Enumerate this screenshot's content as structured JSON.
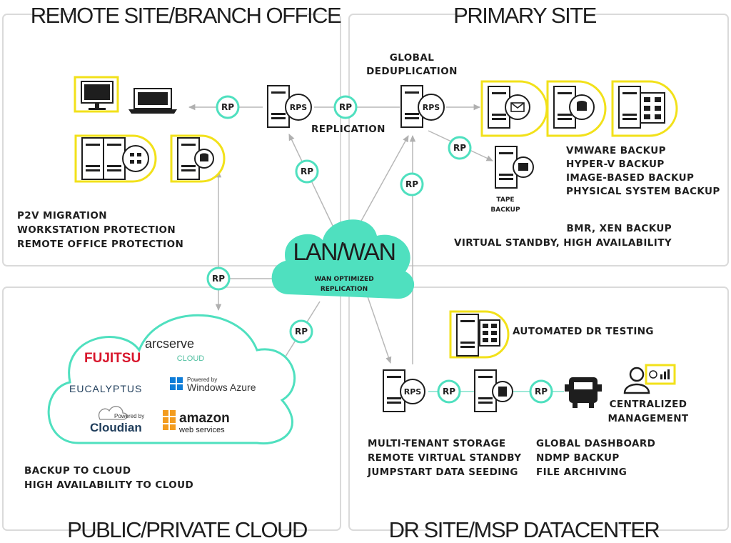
{
  "sections": {
    "remote": "REMOTE SITE/BRANCH OFFICE",
    "primary": "PRIMARY SITE",
    "cloud": "PUBLIC/PRIVATE CLOUD",
    "dr": "DR SITE/MSP DATACENTER"
  },
  "hub": {
    "title": "LAN/WAN",
    "sub1": "WAN OPTIMIZED",
    "sub2": "REPLICATION"
  },
  "node_labels": {
    "rp": "RP",
    "rps": "RPS"
  },
  "remote": {
    "features": [
      "P2V MIGRATION",
      "WORKSTATION PROTECTION",
      "REMOTE OFFICE PROTECTION"
    ]
  },
  "primary": {
    "global_dedup": [
      "GLOBAL",
      "DEDUPLICATION"
    ],
    "replication": "REPLICATION",
    "tape": [
      "TAPE",
      "BACKUP"
    ],
    "backups": [
      "VMWARE BACKUP",
      "HYPER-V BACKUP",
      "IMAGE-BASED BACKUP",
      "PHYSICAL SYSTEM BACKUP"
    ],
    "extra": [
      "BMR, XEN BACKUP",
      "VIRTUAL STANDBY, HIGH AVAILABILITY"
    ]
  },
  "cloud": {
    "providers": {
      "fujitsu": "FUJITSU",
      "arcserve": "arcserve",
      "arcserve_sub": "CLOUD",
      "eucalyptus": "EUCALYPTUS",
      "azure_small": "Powered by",
      "azure": "Windows Azure",
      "cloudian_small": "Powered by",
      "cloudian": "Cloudian",
      "amazon": "amazon",
      "amazon_sub": "web services"
    },
    "features": [
      "BACKUP TO CLOUD",
      "HIGH AVAILABILITY TO CLOUD"
    ]
  },
  "dr": {
    "automated": "AUTOMATED DR TESTING",
    "management": [
      "CENTRALIZED",
      "MANAGEMENT"
    ],
    "storage": [
      "MULTI-TENANT STORAGE",
      "REMOTE VIRTUAL STANDBY",
      "JUMPSTART DATA SEEDING"
    ],
    "dashboard": [
      "GLOBAL DASHBOARD",
      "NDMP BACKUP",
      "FILE ARCHIVING"
    ]
  },
  "colors": {
    "teal": "#4fe0bf",
    "yellow": "#f2e11a",
    "dark": "#1e1e1e",
    "line": "#b8b8b8"
  }
}
